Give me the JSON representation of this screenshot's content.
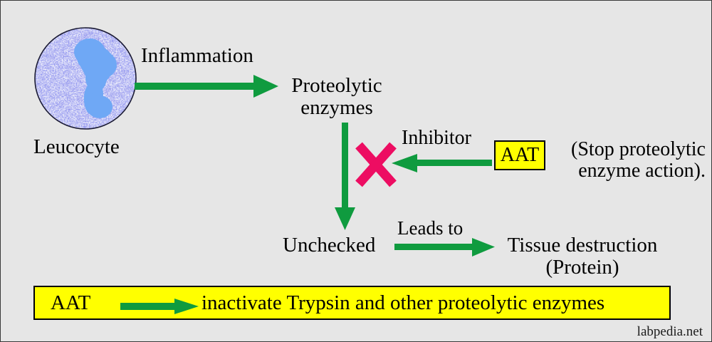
{
  "figure": {
    "background_color": "#e6e6e6",
    "watermark": "labpedia.net",
    "accent_colors": {
      "arrow_green": "#0f9b3f",
      "block_pink": "#ed0d62",
      "highlight_yellow": "#ffff00",
      "cell_blue": "#3333cc",
      "nucleus_blue": "#6fa8f5"
    }
  },
  "cell": {
    "caption": "Leucocyte",
    "icon": "leucocyte-cell"
  },
  "steps": {
    "inflammation_label": "Inflammation",
    "proteolytic_enzymes": "Proteolytic\nenzymes",
    "inhibitor_label": "Inhibitor",
    "aat_label": "AAT",
    "aat_note": "(Stop proteolytic\nenzyme action).",
    "unchecked": "Unchecked",
    "leads_to_label": "Leads to",
    "tissue_destruction": "Tissue destruction\n(Protein)"
  },
  "banner": {
    "left_label": "AAT",
    "right_text": "inactivate Trypsin and other proteolytic enzymes",
    "arrow": "arrow-right-icon",
    "background": "#ffff00"
  },
  "arrows": [
    {
      "name": "inflammation-arrow",
      "direction": "right",
      "from": "leucocyte",
      "to": "proteolytic-enzymes"
    },
    {
      "name": "enzymes-down-arrow",
      "direction": "down",
      "from": "proteolytic-enzymes",
      "to": "unchecked"
    },
    {
      "name": "inhibitor-arrow",
      "direction": "left",
      "from": "aat",
      "to": "block-x"
    },
    {
      "name": "leads-to-arrow",
      "direction": "right",
      "from": "unchecked",
      "to": "tissue-destruction"
    }
  ],
  "block_marker": {
    "name": "block-x-icon",
    "symbol": "X",
    "color": "#ed0d62"
  }
}
